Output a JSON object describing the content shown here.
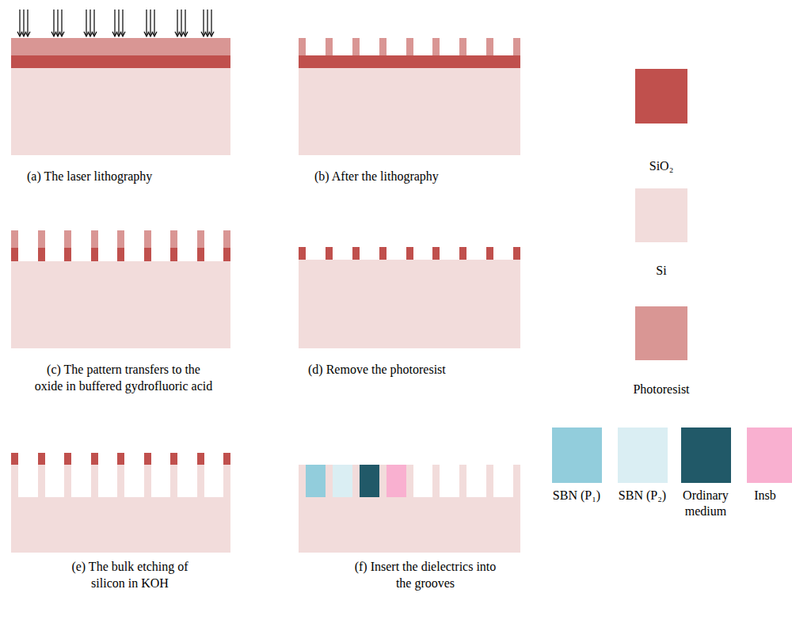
{
  "diagram": {
    "labels": [
      "(a) The laser lithography",
      "(b) After the lithography",
      "(c) The pattern transfers to the oxide in buffered gydrofluoric acid",
      "(d) Remove the photoresist",
      "(e) The bulk etching of silicon in KOH",
      "(f) Insert the dielectrics into the grooves"
    ],
    "legend": [
      {
        "text": "SiO₂",
        "color": "#C0504D"
      },
      {
        "text": "Si",
        "color": "#F2DCDB"
      },
      {
        "text": "Photoresist",
        "color": "#D99694"
      },
      {
        "text": "SBN (P₁)",
        "color": "#92CDDC"
      },
      {
        "text": "SBN (P₂)",
        "color": "#DAEEF3"
      },
      {
        "text": "Ordinary medium",
        "color": "#215968"
      },
      {
        "text": "Insb",
        "color": "#F9B0D0"
      }
    ]
  }
}
